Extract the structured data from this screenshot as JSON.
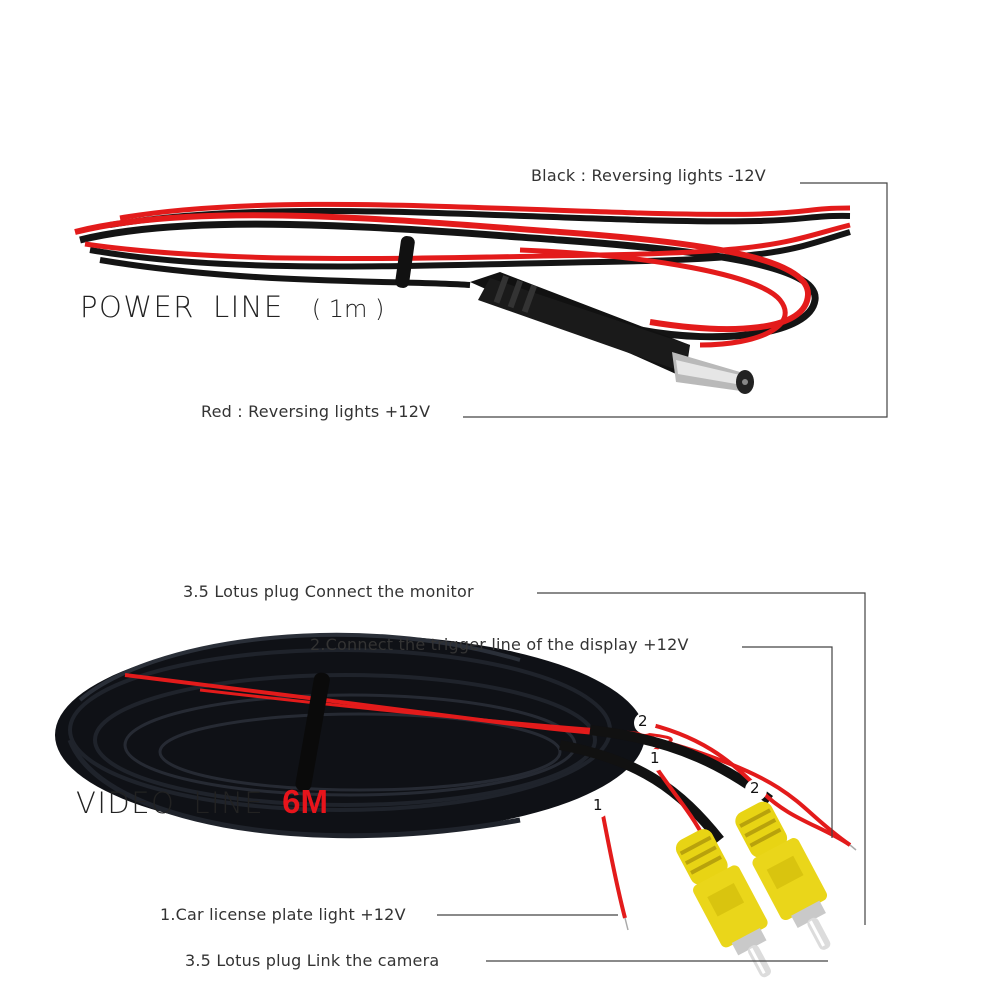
{
  "power_line": {
    "title_word1": "POWER",
    "title_word2": "LINE",
    "length": "( 1m )",
    "labels": {
      "black": "Black : Reversing lights -12V",
      "red": "Red : Reversing lights +12V"
    },
    "wire_colors": {
      "red": "#e31b1b",
      "black": "#141414"
    }
  },
  "video_line": {
    "title_word1": "VIDEO",
    "title_word2": "LINE",
    "length": "6M",
    "length_color": "#e8141b",
    "labels": {
      "monitor_plug": "3.5 Lotus plug  Connect the monitor",
      "trigger": "2.Connect the trigger line of the display +12V",
      "plate_light": "1.Car license plate light +12V",
      "camera_plug": "3.5 Lotus plug  Link the camera"
    },
    "markers": [
      "2",
      "1",
      "1",
      "2"
    ],
    "connector_color": "#e8d414"
  },
  "leader_line_color": "#444444"
}
